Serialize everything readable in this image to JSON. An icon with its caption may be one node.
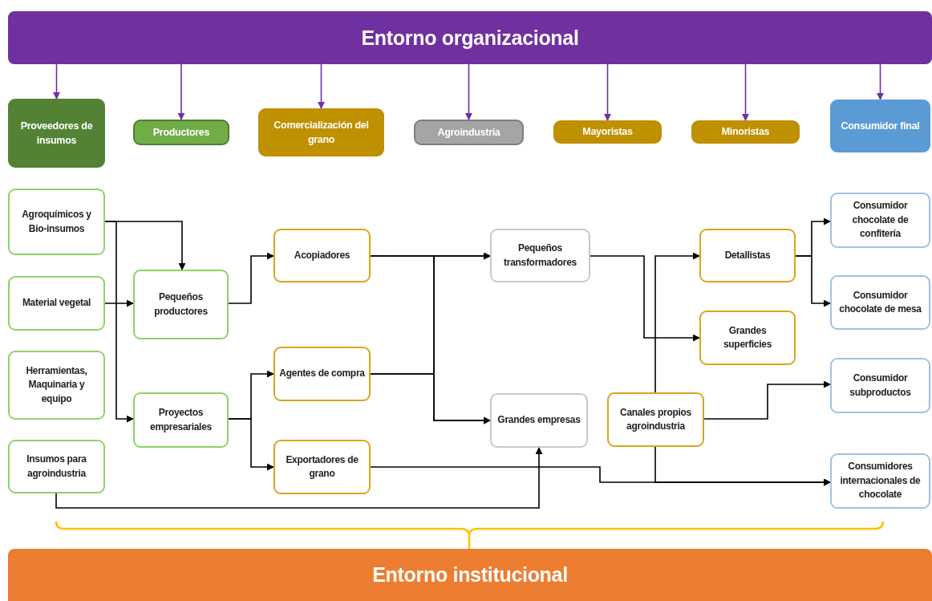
{
  "diagram": {
    "nodes": [
      {
        "text": [
          "Entorno organizacional"
        ]
      },
      {
        "text": [
          "Proveedores de insumos"
        ]
      },
      {
        "text": [
          "Productores"
        ]
      },
      {
        "text": [
          "Comercialización del grano"
        ]
      },
      {
        "text": [
          "Agroindustria"
        ]
      },
      {
        "text": [
          "Mayoristas"
        ]
      },
      {
        "text": [
          "Minoristas"
        ]
      },
      {
        "text": [
          "Consumidor final"
        ]
      },
      {
        "text": [
          "Agroquímicos y Bio-insumos"
        ]
      },
      {
        "text": [
          "Material vegetal"
        ]
      },
      {
        "text": [
          "Herramientas, Maquinaria y equipo"
        ]
      },
      {
        "text": [
          "Insumos para agroindustria"
        ]
      },
      {
        "text": [
          "Pequeños productores"
        ]
      },
      {
        "text": [
          "Proyectos empresariales"
        ]
      },
      {
        "text": [
          "Acopiadores"
        ]
      },
      {
        "text": [
          "Agentes de compra"
        ]
      },
      {
        "text": [
          "Exportadores de grano"
        ]
      },
      {
        "text": [
          "Pequeños transformadores"
        ]
      },
      {
        "text": [
          "Grandes empresas"
        ]
      },
      {
        "text": [
          "Detallistas"
        ]
      },
      {
        "text": [
          "Grandes superficies"
        ]
      },
      {
        "text": [
          "Canales propios agroindustria"
        ]
      },
      {
        "text": [
          "Consumidor chocolate de confitería"
        ]
      },
      {
        "text": [
          "Consumidor chocolate de mesa"
        ]
      },
      {
        "text": [
          "Consumidor subproductos"
        ]
      },
      {
        "text": [
          "Consumidores internacionales de chocolate"
        ]
      },
      {
        "text": [
          "Entorno institucional"
        ]
      }
    ],
    "edges": [
      {
        "from": 0,
        "to": 1,
        "arrow": "to",
        "color": "#7030a0"
      },
      {
        "from": 0,
        "to": 2,
        "arrow": "to",
        "color": "#7030a0"
      },
      {
        "from": 0,
        "to": 3,
        "arrow": "to",
        "color": "#7030a0"
      },
      {
        "from": 0,
        "to": 4,
        "arrow": "to",
        "color": "#7030a0"
      },
      {
        "from": 0,
        "to": 5,
        "arrow": "to",
        "color": "#7030a0"
      },
      {
        "from": 0,
        "to": 6,
        "arrow": "to",
        "color": "#7030a0"
      },
      {
        "from": 0,
        "to": 7,
        "arrow": "to",
        "color": "#7030a0"
      },
      {
        "from": 8,
        "to": 12,
        "arrow": "to"
      },
      {
        "from": 8,
        "to": 13,
        "arrow": "to"
      },
      {
        "from": 9,
        "to": 12,
        "arrow": "to"
      },
      {
        "from": 11,
        "to": 18,
        "arrow": "to"
      },
      {
        "from": 12,
        "to": 14,
        "arrow": "to"
      },
      {
        "from": 13,
        "to": 15,
        "arrow": "to"
      },
      {
        "from": 13,
        "to": 16,
        "arrow": "to"
      },
      {
        "from": 14,
        "to": 17,
        "arrow": "to"
      },
      {
        "from": 14,
        "to": 18,
        "arrow": "to"
      },
      {
        "from": 15,
        "to": 17,
        "arrow": "to"
      },
      {
        "from": 15,
        "to": 18,
        "arrow": "to"
      },
      {
        "from": 16,
        "to": 25,
        "arrow": "to"
      },
      {
        "from": 17,
        "to": 20,
        "arrow": "to"
      },
      {
        "from": 21,
        "to": 19,
        "arrow": "to"
      },
      {
        "from": 21,
        "to": 24,
        "arrow": "to"
      },
      {
        "from": 21,
        "to": 25,
        "arrow": "to"
      },
      {
        "from": 19,
        "to": 22,
        "arrow": "to"
      },
      {
        "from": 19,
        "to": 23,
        "arrow": "to"
      }
    ]
  }
}
